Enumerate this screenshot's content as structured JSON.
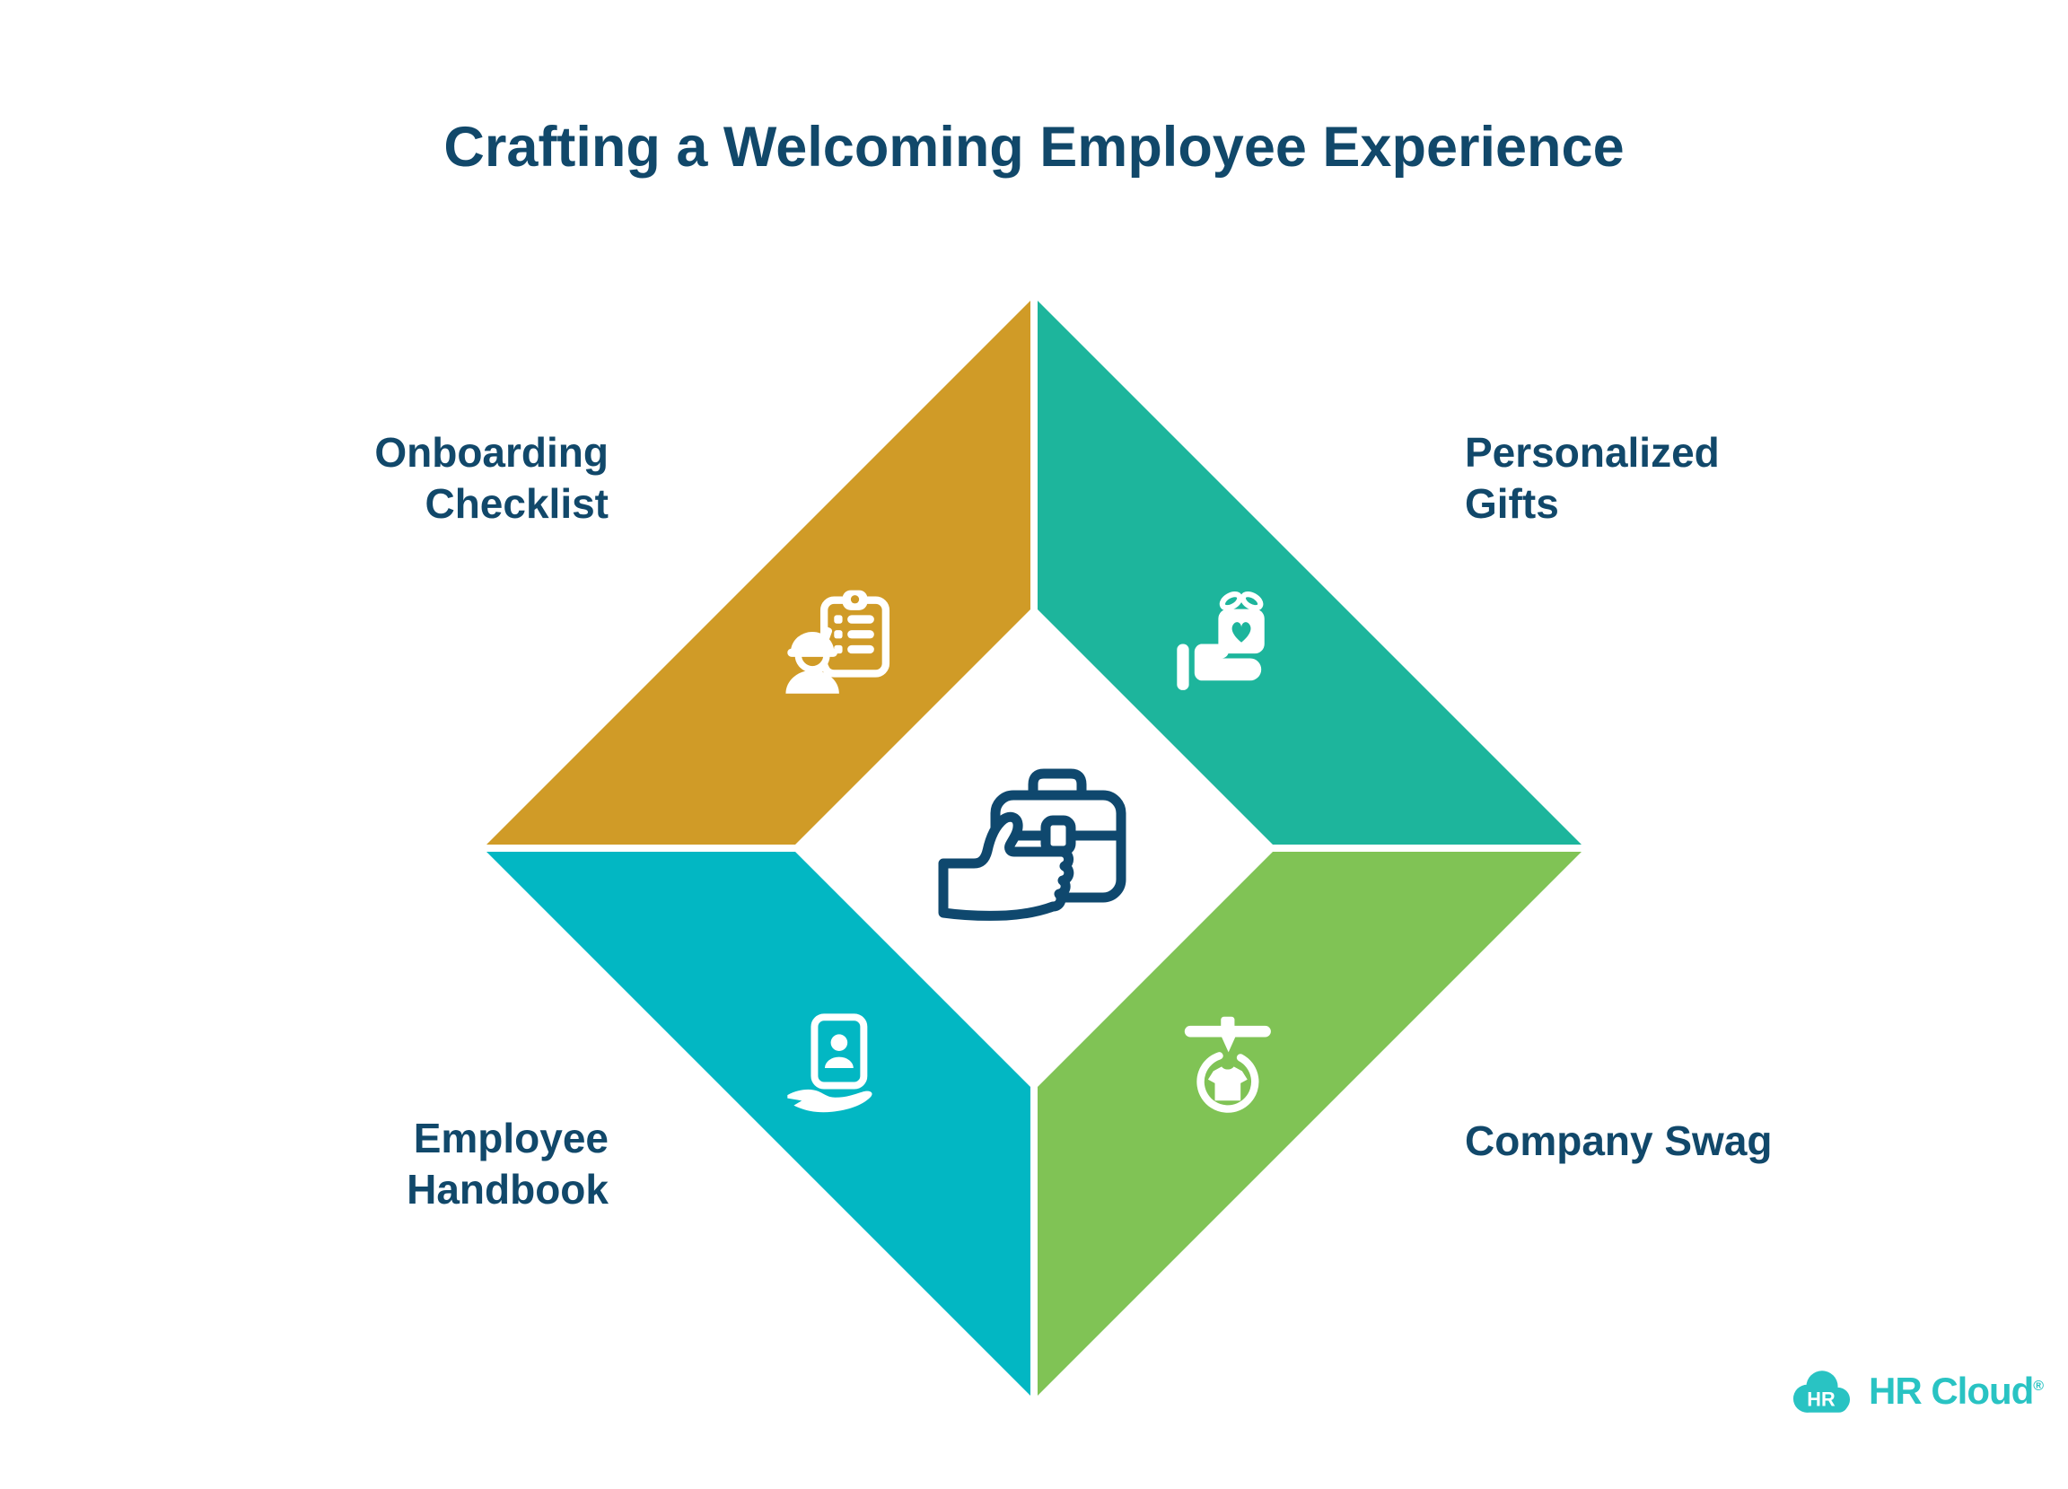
{
  "title": "Crafting a Welcoming Employee Experience",
  "colors": {
    "background": "#FFFFFF",
    "title_text": "#11486A",
    "label_text": "#11486A",
    "gold": "#D09B27",
    "teal": "#1DB59C",
    "cyan": "#02B7C3",
    "green": "#80C355",
    "icon_white": "#FFFFFF",
    "center_icon_navy": "#0F486E",
    "brand_teal": "#29C3C3"
  },
  "quadrants": {
    "top_left": {
      "name": "Onboarding Checklist",
      "lines": [
        "Onboarding",
        "Checklist"
      ],
      "icon": "worker-checklist-icon",
      "color": "#D09B27"
    },
    "top_right": {
      "name": "Personalized Gifts",
      "lines": [
        "Personalized",
        "Gifts"
      ],
      "icon": "gift-in-hand-icon",
      "color": "#1DB59C"
    },
    "bottom_left": {
      "name": "Employee Handbook",
      "lines": [
        "Employee",
        "Handbook"
      ],
      "icon": "id-card-in-hand-icon",
      "color": "#02B7C3"
    },
    "bottom_right": {
      "name": "Company Swag",
      "lines": [
        "Company Swag"
      ],
      "icon": "tshirt-swag-icon",
      "color": "#80C355"
    }
  },
  "center": {
    "icon": "briefcase-thumbs-up-icon"
  },
  "logo": {
    "badge_text": "HR",
    "brand_text": "HR Cloud",
    "registered_mark": "®"
  }
}
